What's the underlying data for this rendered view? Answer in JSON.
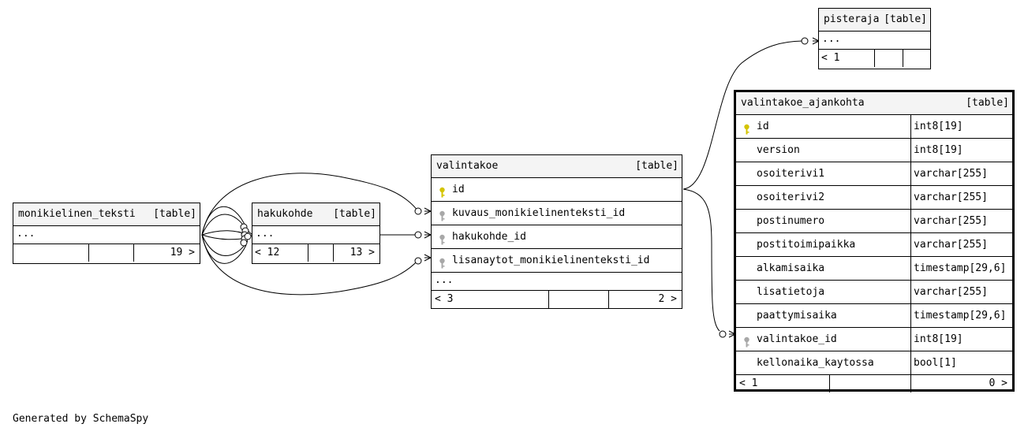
{
  "tables": {
    "monikielinen_teksti": {
      "name": "monikielinen_teksti",
      "tag": "[table]",
      "more": "...",
      "children": "19 >"
    },
    "hakukohde": {
      "name": "hakukohde",
      "tag": "[table]",
      "more": "...",
      "parents": "< 12",
      "children": "13 >"
    },
    "valintakoe": {
      "name": "valintakoe",
      "tag": "[table]",
      "columns": [
        {
          "name": "id",
          "key": "primary"
        },
        {
          "name": "kuvaus_monikielinenteksti_id",
          "key": "foreign"
        },
        {
          "name": "hakukohde_id",
          "key": "foreign"
        },
        {
          "name": "lisanaytot_monikielinenteksti_id",
          "key": "foreign"
        }
      ],
      "more": "...",
      "parents": "< 3",
      "children": "2 >"
    },
    "pisteraja": {
      "name": "pisteraja",
      "tag": "[table]",
      "more": "...",
      "parents": "< 1"
    },
    "valintakoe_ajankohta": {
      "name": "valintakoe_ajankohta",
      "tag": "[table]",
      "columns": [
        {
          "name": "id",
          "type": "int8[19]",
          "key": "primary"
        },
        {
          "name": "version",
          "type": "int8[19]",
          "key": ""
        },
        {
          "name": "osoiterivi1",
          "type": "varchar[255]",
          "key": ""
        },
        {
          "name": "osoiterivi2",
          "type": "varchar[255]",
          "key": ""
        },
        {
          "name": "postinumero",
          "type": "varchar[255]",
          "key": ""
        },
        {
          "name": "postitoimipaikka",
          "type": "varchar[255]",
          "key": ""
        },
        {
          "name": "alkamisaika",
          "type": "timestamp[29,6]",
          "key": ""
        },
        {
          "name": "lisatietoja",
          "type": "varchar[255]",
          "key": ""
        },
        {
          "name": "paattymisaika",
          "type": "timestamp[29,6]",
          "key": ""
        },
        {
          "name": "valintakoe_id",
          "type": "int8[19]",
          "key": "foreign"
        },
        {
          "name": "kellonaika_kaytossa",
          "type": "bool[1]",
          "key": ""
        }
      ],
      "parents": "< 1",
      "children": "0 >"
    }
  },
  "footer_text": "Generated by SchemaSpy",
  "colors": {
    "primary_key": "#d4c400",
    "foreign_key": "#a8a8a8",
    "header_bg": "#f4f4f4"
  }
}
